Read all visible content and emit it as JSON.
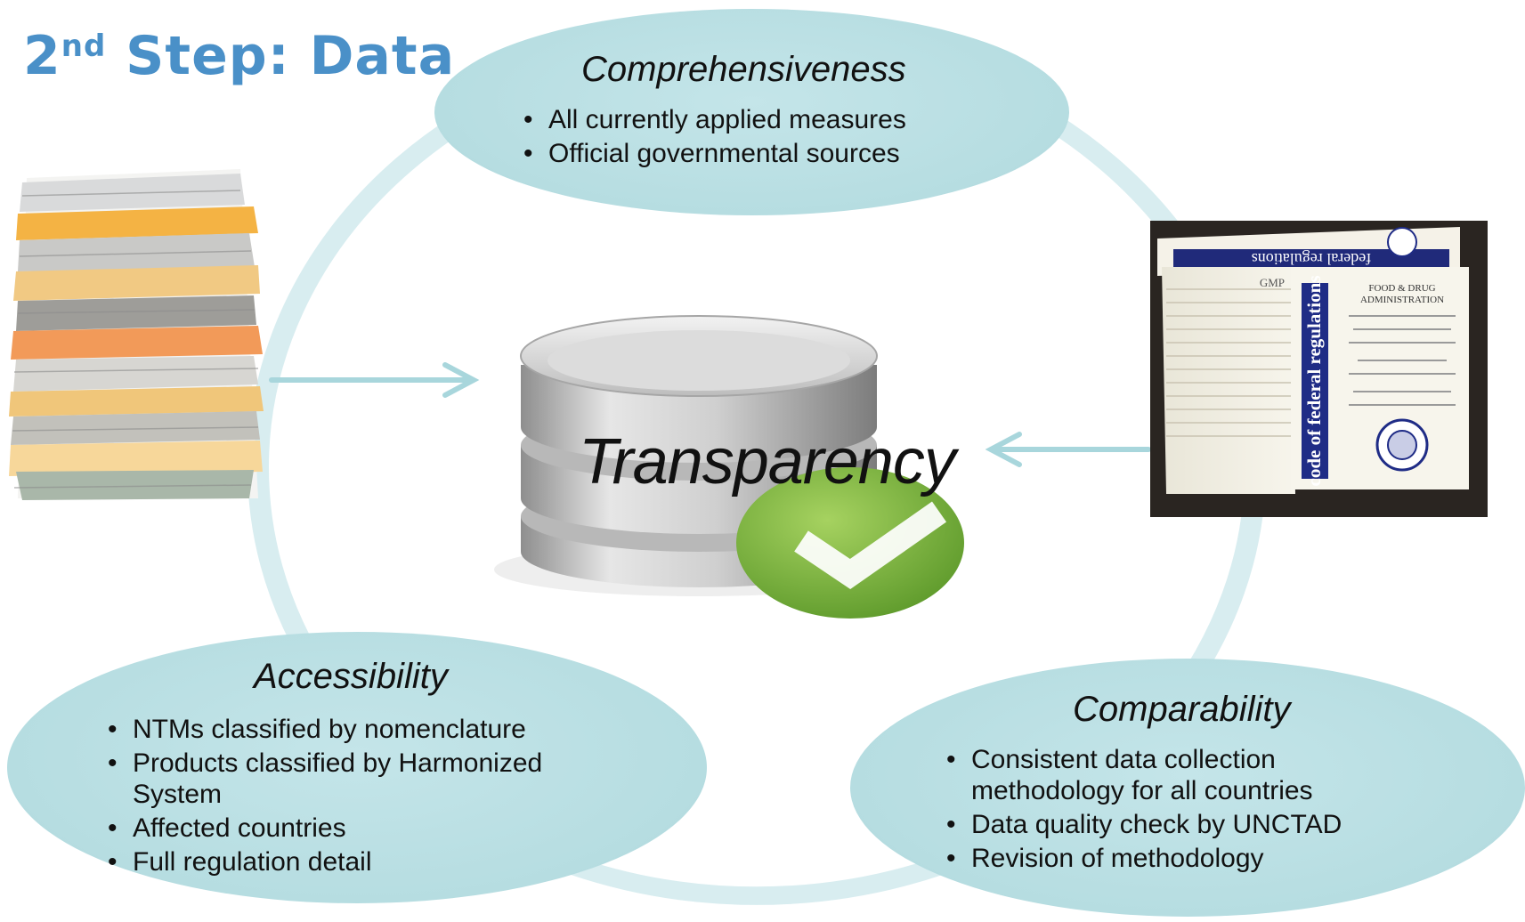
{
  "title": {
    "main": "2",
    "sup": "nd",
    "rest": " Step: Data"
  },
  "center": {
    "label": "Transparency"
  },
  "boxes": {
    "top": {
      "title": "Comprehensiveness",
      "items": [
        "All currently applied measures",
        "Official governmental sources"
      ]
    },
    "left": {
      "title": "Accessibility",
      "items": [
        "NTMs classified by nomenclature",
        "Products classified by Harmonized System",
        "Affected countries",
        "Full regulation detail"
      ]
    },
    "right": {
      "title": "Comparability",
      "items": [
        "Consistent data collection methodology for all countries",
        "Data quality check by UNCTAD",
        "Revision of methodology"
      ]
    }
  },
  "book": {
    "spine_title": "code of federal regulations",
    "gmp_label": "GMP",
    "top_label": "federal regulations",
    "cover_lines": [
      "FOOD & DRUG",
      "ADMINISTRATION"
    ]
  },
  "colors": {
    "ellipse": "#b9dfe3",
    "ring": "#d8edf0",
    "arrow": "#a8d6dc",
    "title": "#4a90c8",
    "check": "#7ab23f"
  }
}
